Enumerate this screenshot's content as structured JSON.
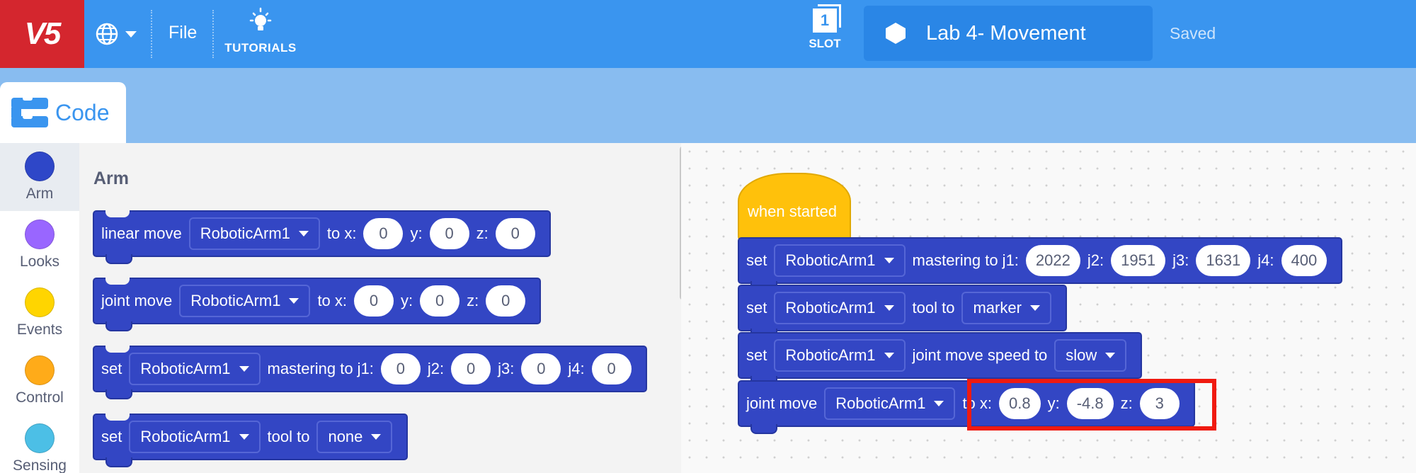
{
  "header": {
    "logo_text": "V5",
    "file_label": "File",
    "tutorials_label": "TUTORIALS",
    "slot_label": "SLOT",
    "slot_number": "1",
    "project_name": "Lab 4- Movement",
    "saved_status": "Saved"
  },
  "tabs": {
    "code_label": "Code"
  },
  "categories": [
    {
      "label": "Arm",
      "color": "#2e47c8"
    },
    {
      "label": "Looks",
      "color": "#9966ff"
    },
    {
      "label": "Events",
      "color": "#ffd500"
    },
    {
      "label": "Control",
      "color": "#ffab19"
    },
    {
      "label": "Sensing",
      "color": "#4cbfe6"
    }
  ],
  "palette": {
    "title": "Arm",
    "blocks": [
      {
        "prefix": "linear move",
        "device": "RoboticArm1",
        "to_label": "to x:",
        "x": "0",
        "y_label": "y:",
        "y": "0",
        "z_label": "z:",
        "z": "0"
      },
      {
        "prefix": "joint move",
        "device": "RoboticArm1",
        "to_label": "to x:",
        "x": "0",
        "y_label": "y:",
        "y": "0",
        "z_label": "z:",
        "z": "0"
      },
      {
        "prefix": "set",
        "device": "RoboticArm1",
        "mid": "mastering to j1:",
        "j1": "0",
        "j2_label": "j2:",
        "j2": "0",
        "j3_label": "j3:",
        "j3": "0",
        "j4_label": "j4:",
        "j4": "0"
      },
      {
        "prefix": "set",
        "device": "RoboticArm1",
        "mid": "tool to",
        "tool": "none"
      }
    ]
  },
  "workspace": {
    "hat_label": "when started",
    "mastering": {
      "prefix": "set",
      "device": "RoboticArm1",
      "mid": "mastering to j1:",
      "j1": "2022",
      "j2_label": "j2:",
      "j2": "1951",
      "j3_label": "j3:",
      "j3": "1631",
      "j4_label": "j4:",
      "j4": "400"
    },
    "tool": {
      "prefix": "set",
      "device": "RoboticArm1",
      "mid": "tool to",
      "tool": "marker"
    },
    "speed": {
      "prefix": "set",
      "device": "RoboticArm1",
      "mid": "joint move speed to",
      "speed": "slow"
    },
    "joint_move": {
      "prefix": "joint move",
      "device": "RoboticArm1",
      "to_label": "to x:",
      "x": "0.8",
      "y_label": "y:",
      "y": "-4.8",
      "z_label": "z:",
      "z": "3"
    }
  },
  "colors": {
    "header_bg": "#3a95ef",
    "logo_bg": "#d4262e",
    "block_blue": "#3346c4",
    "hat_yellow": "#ffc10b",
    "highlight_red": "#f01a10"
  }
}
